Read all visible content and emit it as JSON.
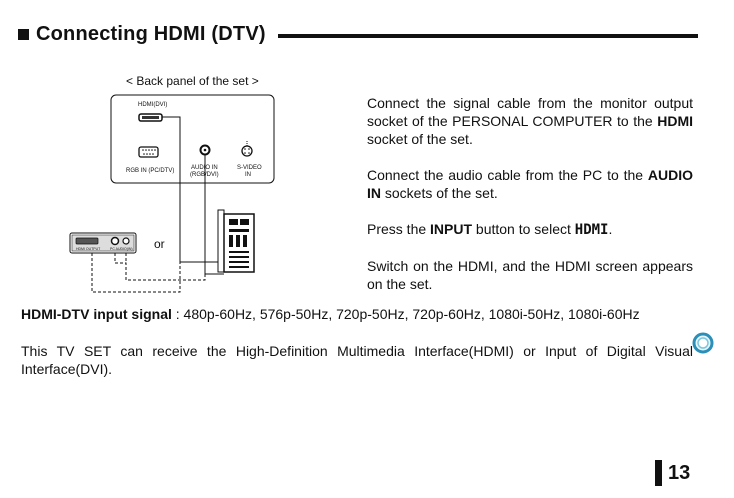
{
  "heading": {
    "title": "Connecting HDMI (DTV)"
  },
  "diagram": {
    "caption": "< Back panel of the set >",
    "hdmi_label": "HDMI(DVI)",
    "rgb_label": "RGB IN (PC/DTV)",
    "audio_label_1": "AUDIO IN",
    "audio_label_2": "(RGB/DVI)",
    "svideo_label_1": "S-VIDEO",
    "svideo_label_2": "IN",
    "or_label": "or",
    "device_label_1": "HDMI OUTPUT",
    "device_label_2": "PC AUDIO(IN)"
  },
  "steps": {
    "s1_a": "Connect the signal cable from the monitor output socket of the PERSONAL COMPUTER to the ",
    "s1_b": "HDMI",
    "s1_c": " socket of the set.",
    "s2_a": "Connect the audio cable from the PC to the ",
    "s2_b": "AUDIO IN",
    "s2_c": " sockets of the set.",
    "s3_a": "Press the ",
    "s3_b": "INPUT",
    "s3_c": " button to select ",
    "s3_d": "HDMI",
    "s3_e": ".",
    "s4": "Switch on the HDMI, and the HDMI screen appears on the set."
  },
  "signal": {
    "label": "HDMI-DTV input signal",
    "values": " : 480p-60Hz, 576p-50Hz, 720p-50Hz, 720p-60Hz, 1080i-50Hz, 1080i-60Hz"
  },
  "description": "This TV SET can receive the High-Definition Multimedia Interface(HDMI) or Input of Digital Visual Interface(DVI).",
  "icons": {
    "note": "note-circle-icon"
  },
  "page": {
    "number": "13"
  }
}
